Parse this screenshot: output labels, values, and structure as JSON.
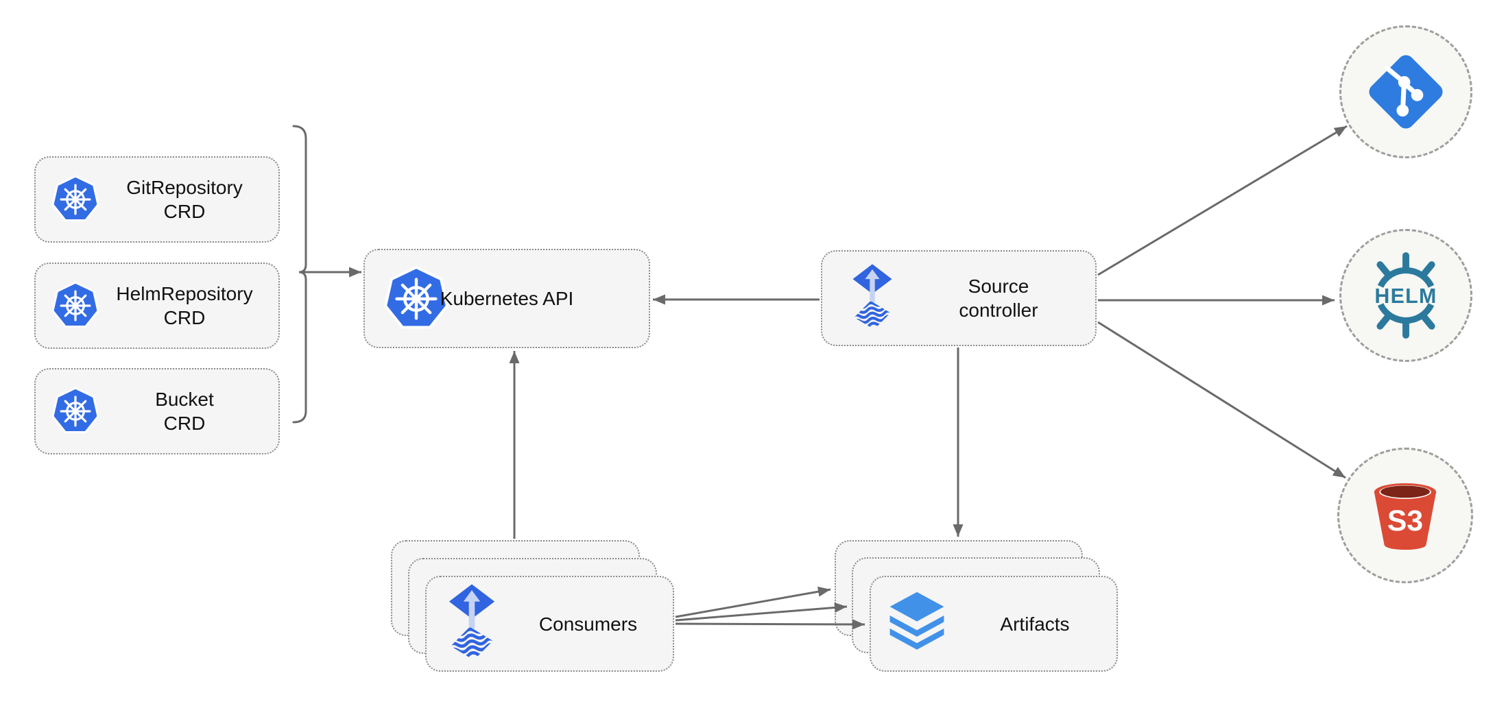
{
  "crds": [
    {
      "label": "GitRepository\nCRD",
      "icon": "kubernetes"
    },
    {
      "label": "HelmRepository\nCRD",
      "icon": "kubernetes"
    },
    {
      "label": "Bucket\nCRD",
      "icon": "kubernetes"
    }
  ],
  "kubernetes_api": {
    "label": "Kubernetes API",
    "icon": "kubernetes"
  },
  "source_controller": {
    "label": "Source\ncontroller",
    "icon": "flux"
  },
  "consumers": {
    "label": "Consumers",
    "icon": "flux"
  },
  "artifacts": {
    "label": "Artifacts",
    "icon": "layers"
  },
  "externals": {
    "git": {
      "icon": "git-branch-diamond"
    },
    "helm": {
      "icon": "helm-wheel",
      "label": "HELM"
    },
    "s3": {
      "icon": "s3-bucket",
      "label": "S3"
    }
  },
  "icons": {
    "kubernetes": "blue-heptagon-ship-wheel",
    "flux": "blue-diamond-up-arrow-over-wavy-diamond",
    "layers": "three-stacked-blue-layers",
    "git": "blue-diamond-git-branch",
    "helm": "teal-helm-ship-wheel-wordmark",
    "s3": "red-s3-bucket"
  },
  "colors": {
    "kubernetes_blue": "#326CE5",
    "flux_blue": "#3064E0",
    "flux_arrow_light": "#C6D3F2",
    "git_blue": "#2E7CE0",
    "layers_blue": "#4191E9",
    "helm_teal": "#2B7A9E",
    "s3_red": "#DB4A35",
    "s3_dark": "#7C2417",
    "box_fill": "#F5F5F5",
    "border_gray": "#8A8A8A",
    "arrow_gray": "#6A6A6A",
    "text": "#111111"
  }
}
